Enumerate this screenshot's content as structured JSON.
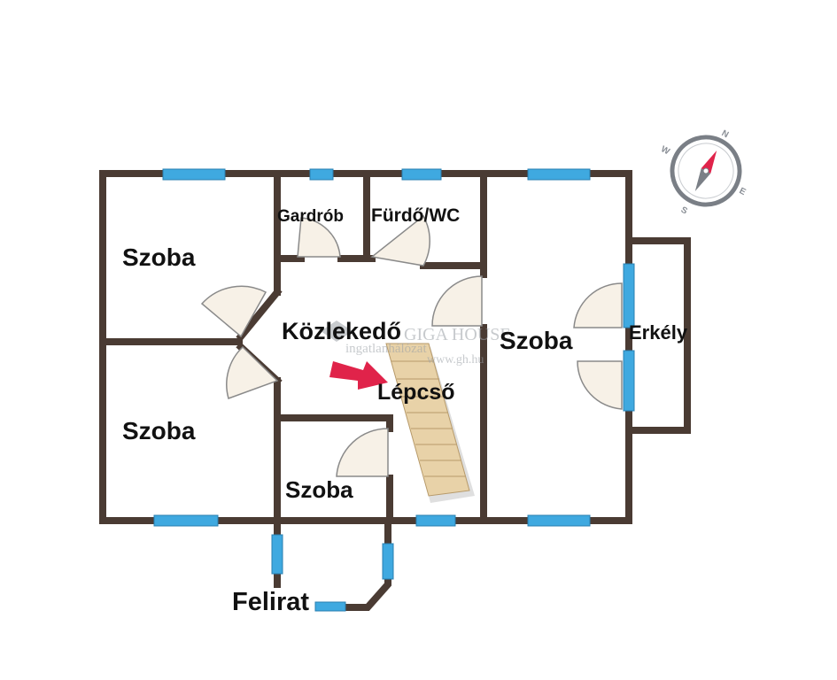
{
  "rooms": {
    "szoba_top_left": "Szoba",
    "gardrob": "Gardrób",
    "furdo_wc": "Fürdő/WC",
    "kozlekedo": "Közlekedő",
    "lepcso": "Lépcső",
    "szoba_right": "Szoba",
    "erkely": "Erkély",
    "szoba_bottom_left": "Szoba",
    "szoba_small": "Szoba",
    "felirat": "Felirat"
  },
  "watermark": {
    "brand": "GIGA HOUSE",
    "sub": "ingatlanhálózat",
    "url": "www.gh.hu"
  },
  "compass": {
    "north": "N",
    "south": "S",
    "east": "E",
    "west": "W"
  },
  "colors": {
    "wall": "#4a3b33",
    "window": "#3fa9e0",
    "door_fill": "#f7f1e7",
    "stair": "#e8d2a8",
    "arrow": "#e0234a"
  }
}
